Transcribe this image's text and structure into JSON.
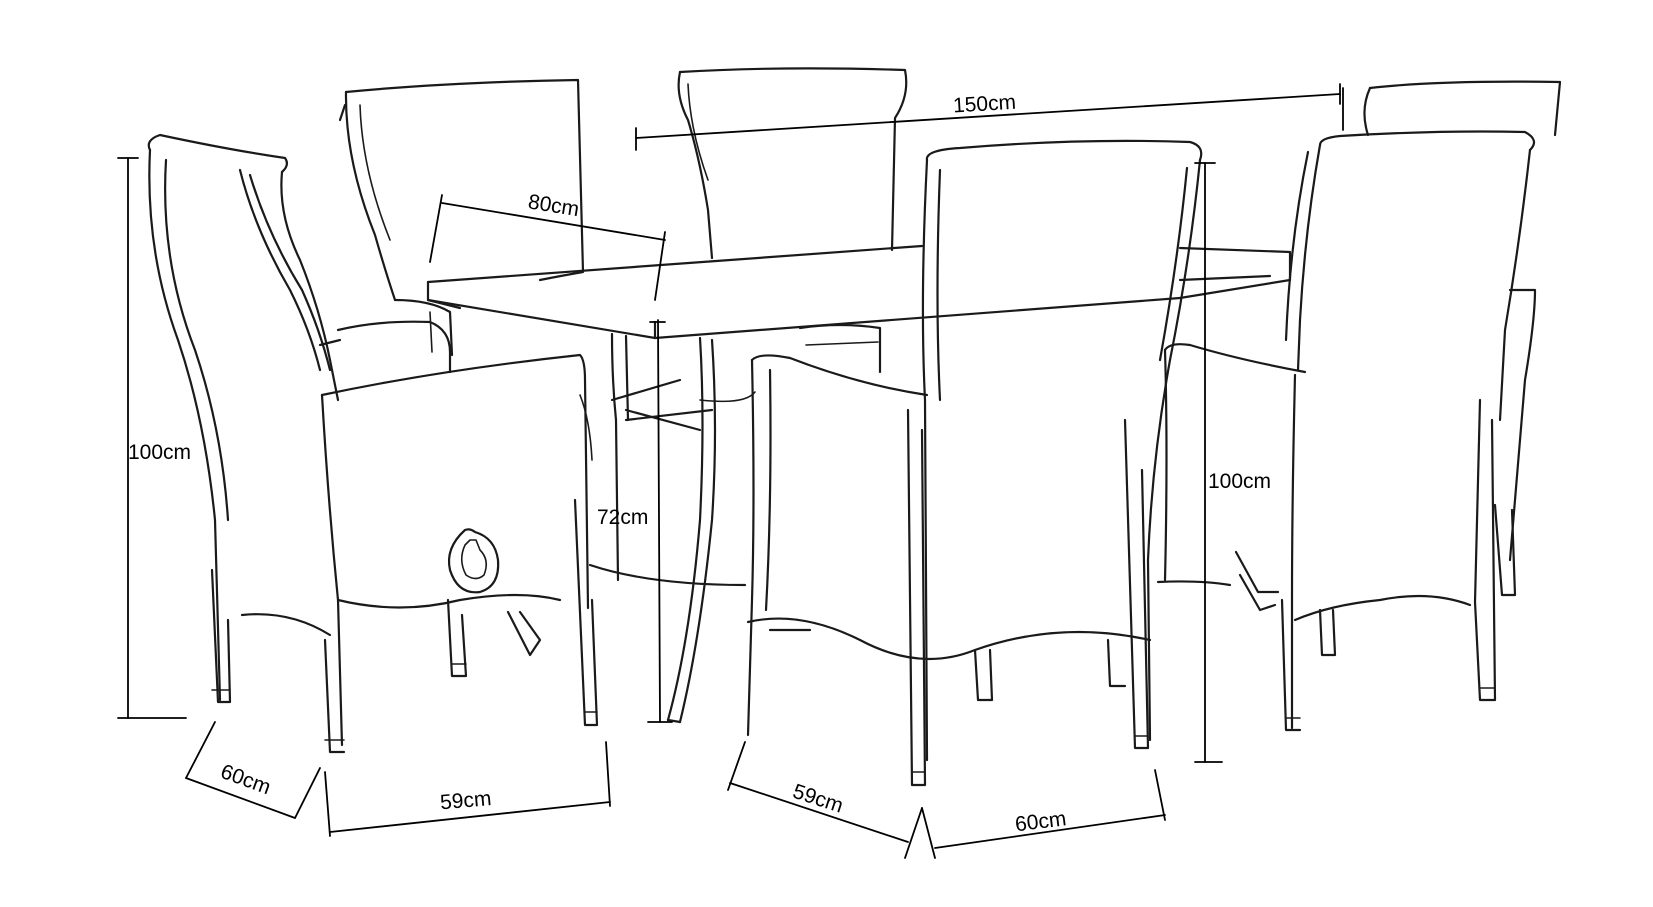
{
  "dimensions": {
    "table_width": "150cm",
    "table_depth": "80cm",
    "table_height": "72cm",
    "chair_height_left": "100cm",
    "chair_height_right": "100cm",
    "chair_depth_left": "60cm",
    "chair_width_left": "59cm",
    "chair_width_front": "59cm",
    "chair_depth_front": "60cm"
  },
  "colors": {
    "line": "#1a1a1a",
    "background": "#ffffff"
  }
}
